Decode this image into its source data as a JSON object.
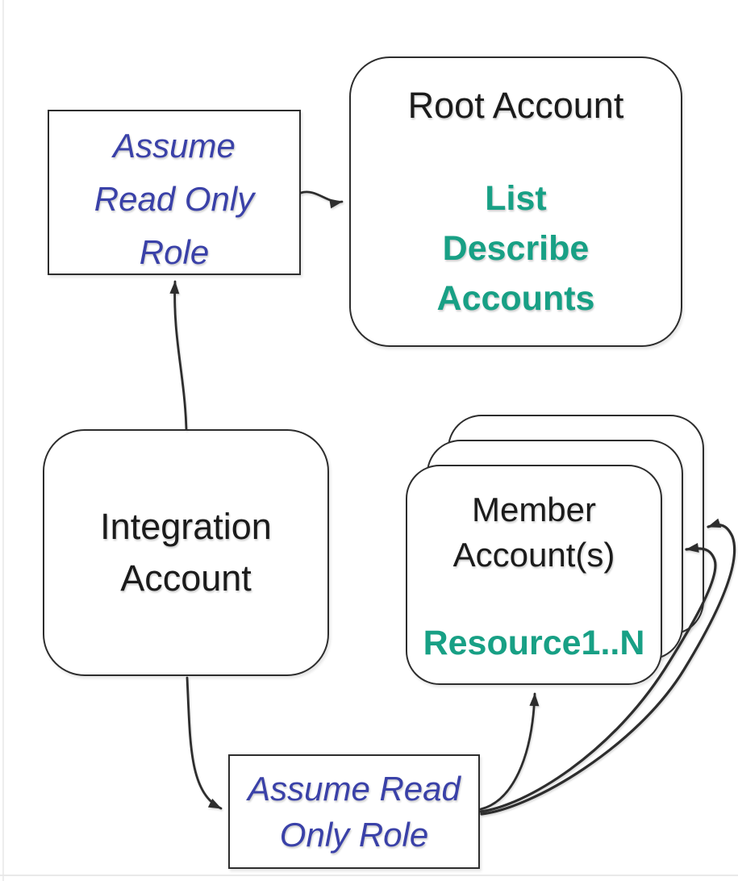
{
  "colors": {
    "stroke": "#2d2d2d",
    "blue": "#3a41a8",
    "green": "#18a085",
    "black": "#1b1b1b"
  },
  "nodes": {
    "assume_role_top": {
      "lines": [
        "Assume",
        "Read Only",
        "Role"
      ]
    },
    "root_account": {
      "title": "Root Account",
      "actions": [
        "List",
        "Describe",
        "Accounts"
      ]
    },
    "integration_account": {
      "lines": [
        "Integration",
        "Account"
      ]
    },
    "member_accounts": {
      "lines": [
        "Member",
        "Account(s)"
      ],
      "resources": "Resource1..N"
    },
    "assume_role_bottom": {
      "lines": [
        "Assume Read",
        "Only Role"
      ]
    }
  },
  "edges": [
    {
      "from": "assume-read-only-role-top",
      "to": "root-account"
    },
    {
      "from": "integration-account",
      "to": "assume-read-only-role-top"
    },
    {
      "from": "integration-account",
      "to": "assume-read-only-role-bottom"
    },
    {
      "from": "assume-read-only-role-bottom",
      "to": "member-account-front"
    },
    {
      "from": "assume-read-only-role-bottom",
      "to": "member-account-middle"
    },
    {
      "from": "assume-read-only-role-bottom",
      "to": "member-account-back"
    }
  ]
}
